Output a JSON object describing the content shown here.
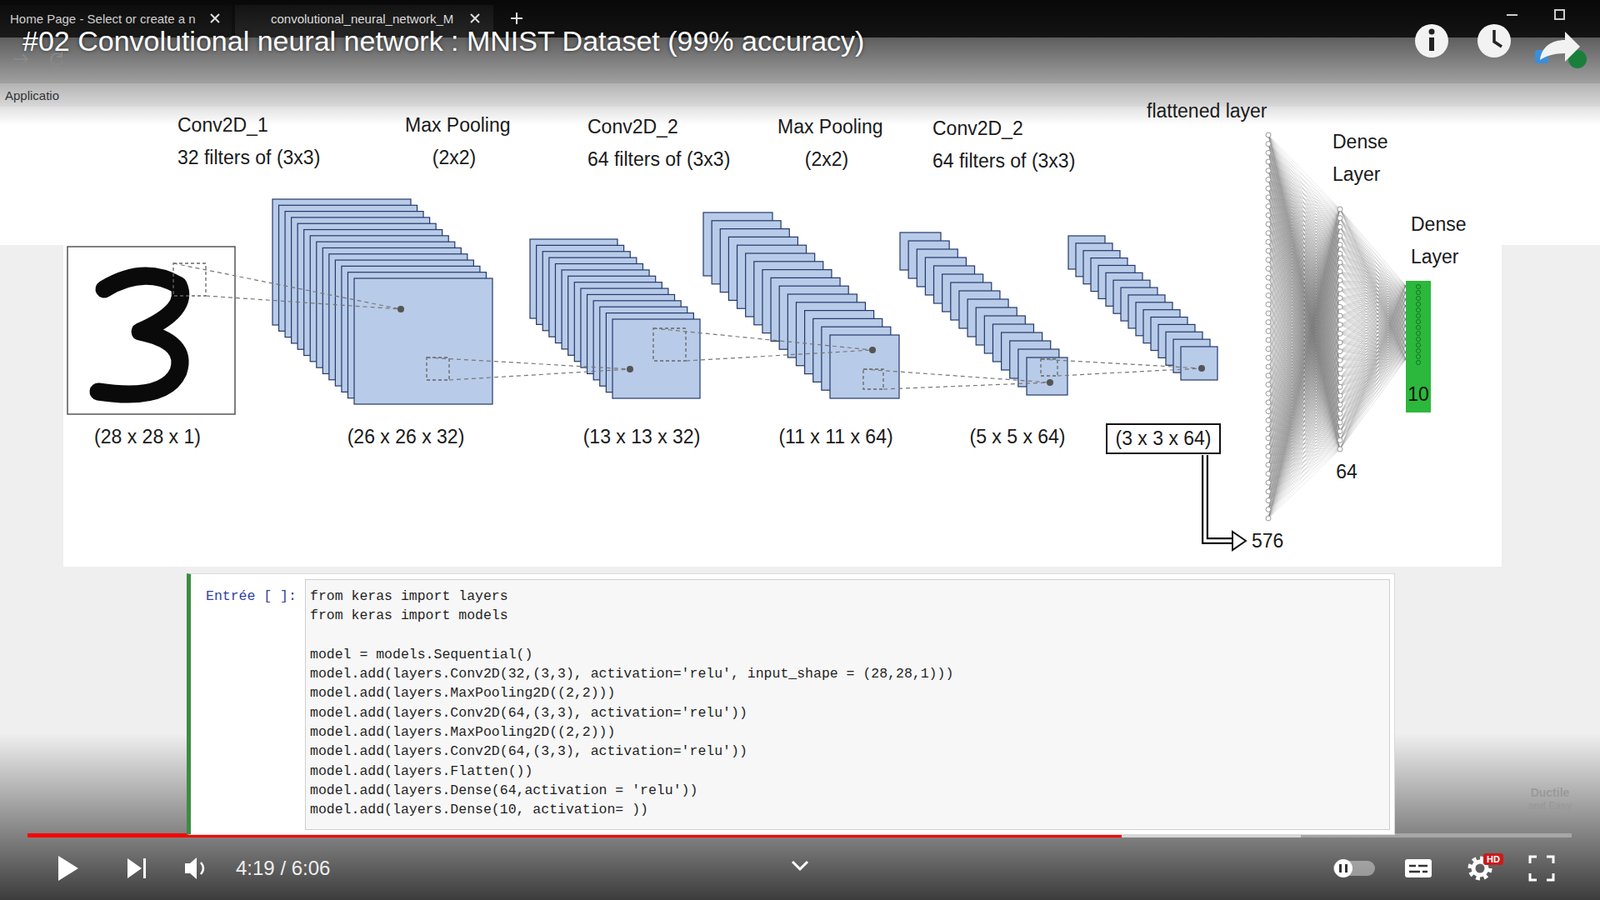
{
  "diagram": {
    "title": "#02 Convolutional neural network : MNIST Dataset (99% accuracy)",
    "nodes": [
      {
        "text": [
          "Entrée [ ]:",
          "from keras import layers",
          "from keras import models",
          "model = models.Sequential()",
          "model.add(layers.Conv2D(32,(3,3), activation='relu', input_shape = (28,28,1)))",
          "model.add(layers.MaxPooling2D((2,2)))",
          "model.add(layers.Conv2D(64,(3,3), activation='relu'))",
          "model.add(layers.MaxPooling2D((2,2)))",
          "model.add(layers.Conv2D(64,(3,3), activation='relu'))",
          "model.add(layers.Flatten())",
          "model.add(layers.Dense(64,activation = 'relu'))",
          "model.add(layers.Dense(10, activation= ))"
        ]
      },
      {
        "text": [
          "(3 x 3 x 64)"
        ]
      },
      {
        "text": [
          "10"
        ]
      },
      {
        "text": [
          "HD"
        ]
      }
    ],
    "labels": [
      "Home Page - Select or create a n",
      "convolutional_neural_network_M",
      "Applicatio",
      "Conv2D_1",
      "32 filters of (3x3)",
      "Max Pooling",
      "(2x2)",
      "Conv2D_2",
      "64 filters of (3x3)",
      "Max Pooling",
      "(2x2)",
      "Conv2D_2",
      "64 filters of (3x3)",
      "flattened layer",
      "Dense Layer",
      "Dense Layer",
      "(28 x 28 x 1)",
      "(26 x 26 x 32)",
      "(13 x 13 x 32)",
      "(11 x 11 x 64)",
      "(5 x 5 x 64)",
      "576",
      "64",
      "4:19 / 6:06",
      "Ductile",
      "and Easy"
    ]
  }
}
